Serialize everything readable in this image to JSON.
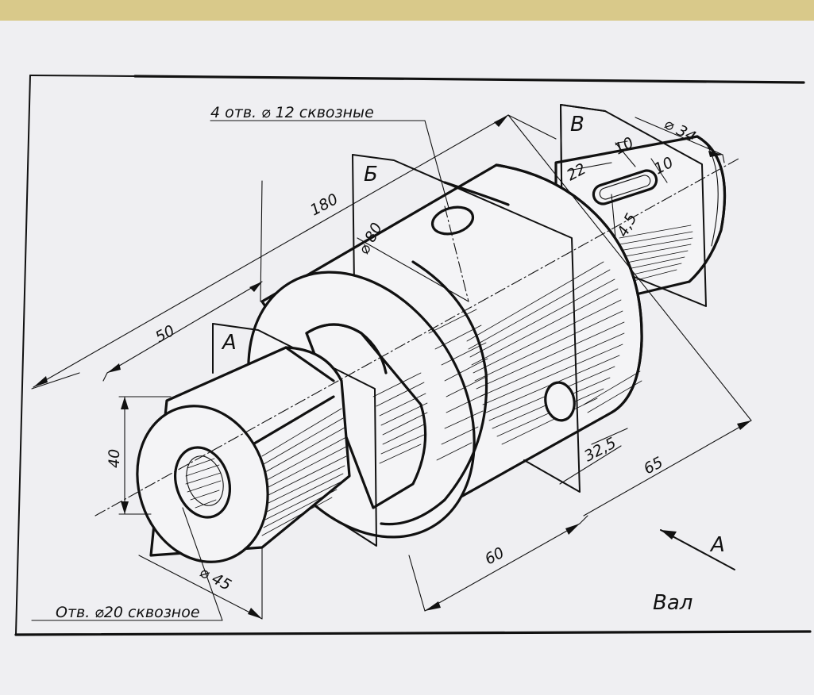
{
  "drawing": {
    "title": "Вал",
    "view_arrow_label": "A",
    "section_labels": [
      "A",
      "Б",
      "В"
    ],
    "callouts": {
      "holes_four": "4 отв. ⌀ 12 сквозные",
      "hole_through": "Отв. ⌀20 сквозное"
    },
    "dimensions": {
      "overall_length": "180",
      "left_shaft_length": "50",
      "square_size": "40",
      "diameter_45": "⌀ 45",
      "diameter_80": "⌀ 80",
      "length_60": "60",
      "length_65": "65",
      "offset_32_5": "32,5",
      "diameter_34": "⌀ 34",
      "slot_width": "10",
      "slot_length_22": "22",
      "slot_depth_4_5": "4,5",
      "slot_offset_10": "10"
    }
  }
}
